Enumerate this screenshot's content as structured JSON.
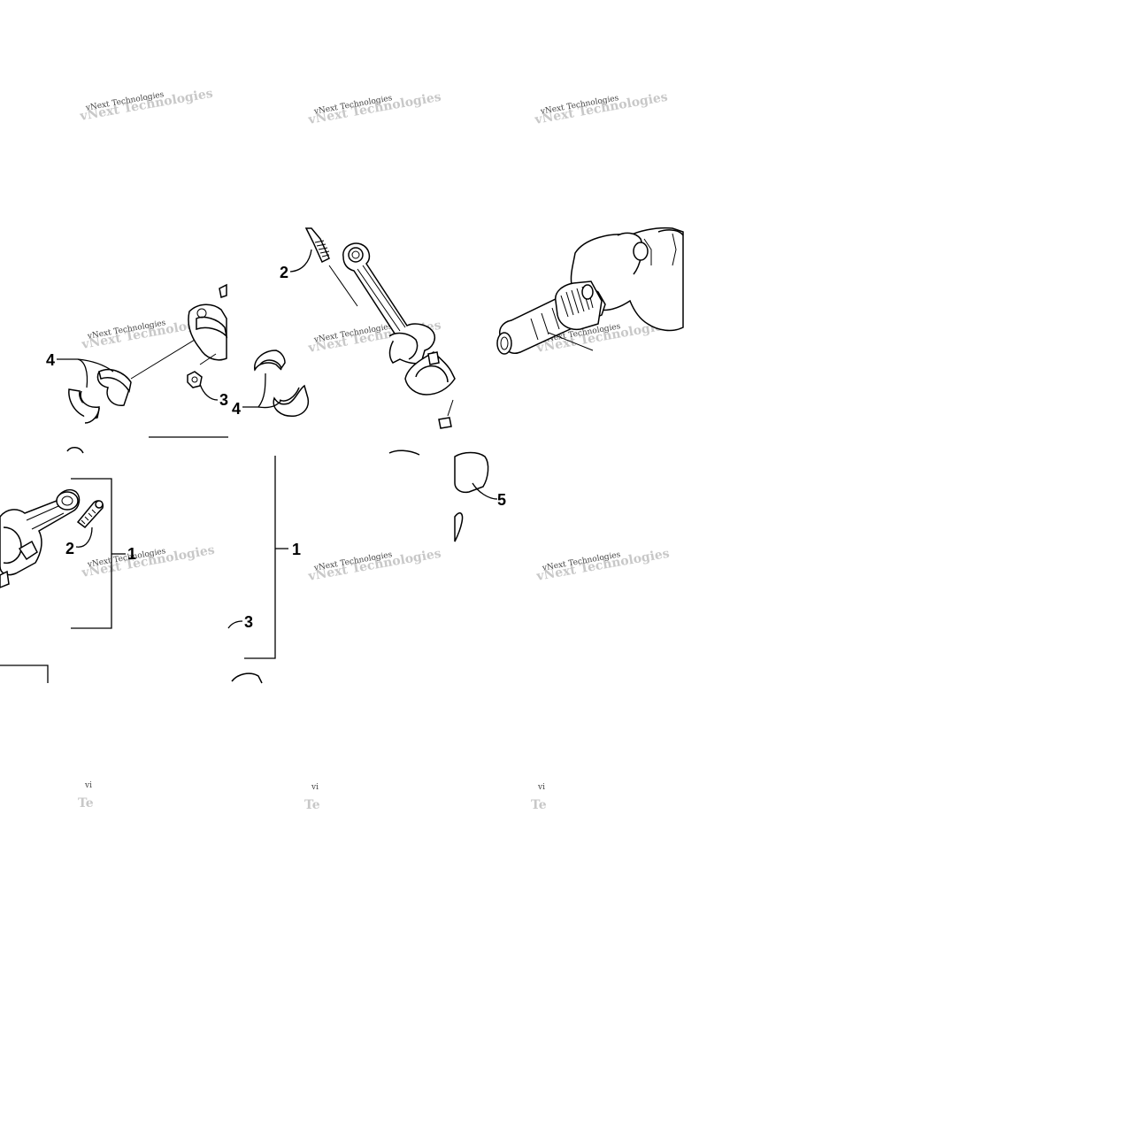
{
  "diagram": {
    "callouts": {
      "tile_a_4": "4",
      "tile_a_3": "3",
      "tile_b_2": "2",
      "tile_b_4": "4",
      "tile_d_2": "2",
      "tile_d_1": "1",
      "tile_e_1": "1",
      "tile_e_3": "3",
      "tile_e_5": "5"
    },
    "watermarks": {
      "text": "vNext Technologies",
      "shadow": "vNext Technologies",
      "partial_text": "vi",
      "partial_shadow": "Te"
    },
    "parts": [
      "crankshaft",
      "connecting-rod",
      "connecting-rod-bolt",
      "connecting-rod-nut",
      "connecting-rod-bearing"
    ]
  }
}
